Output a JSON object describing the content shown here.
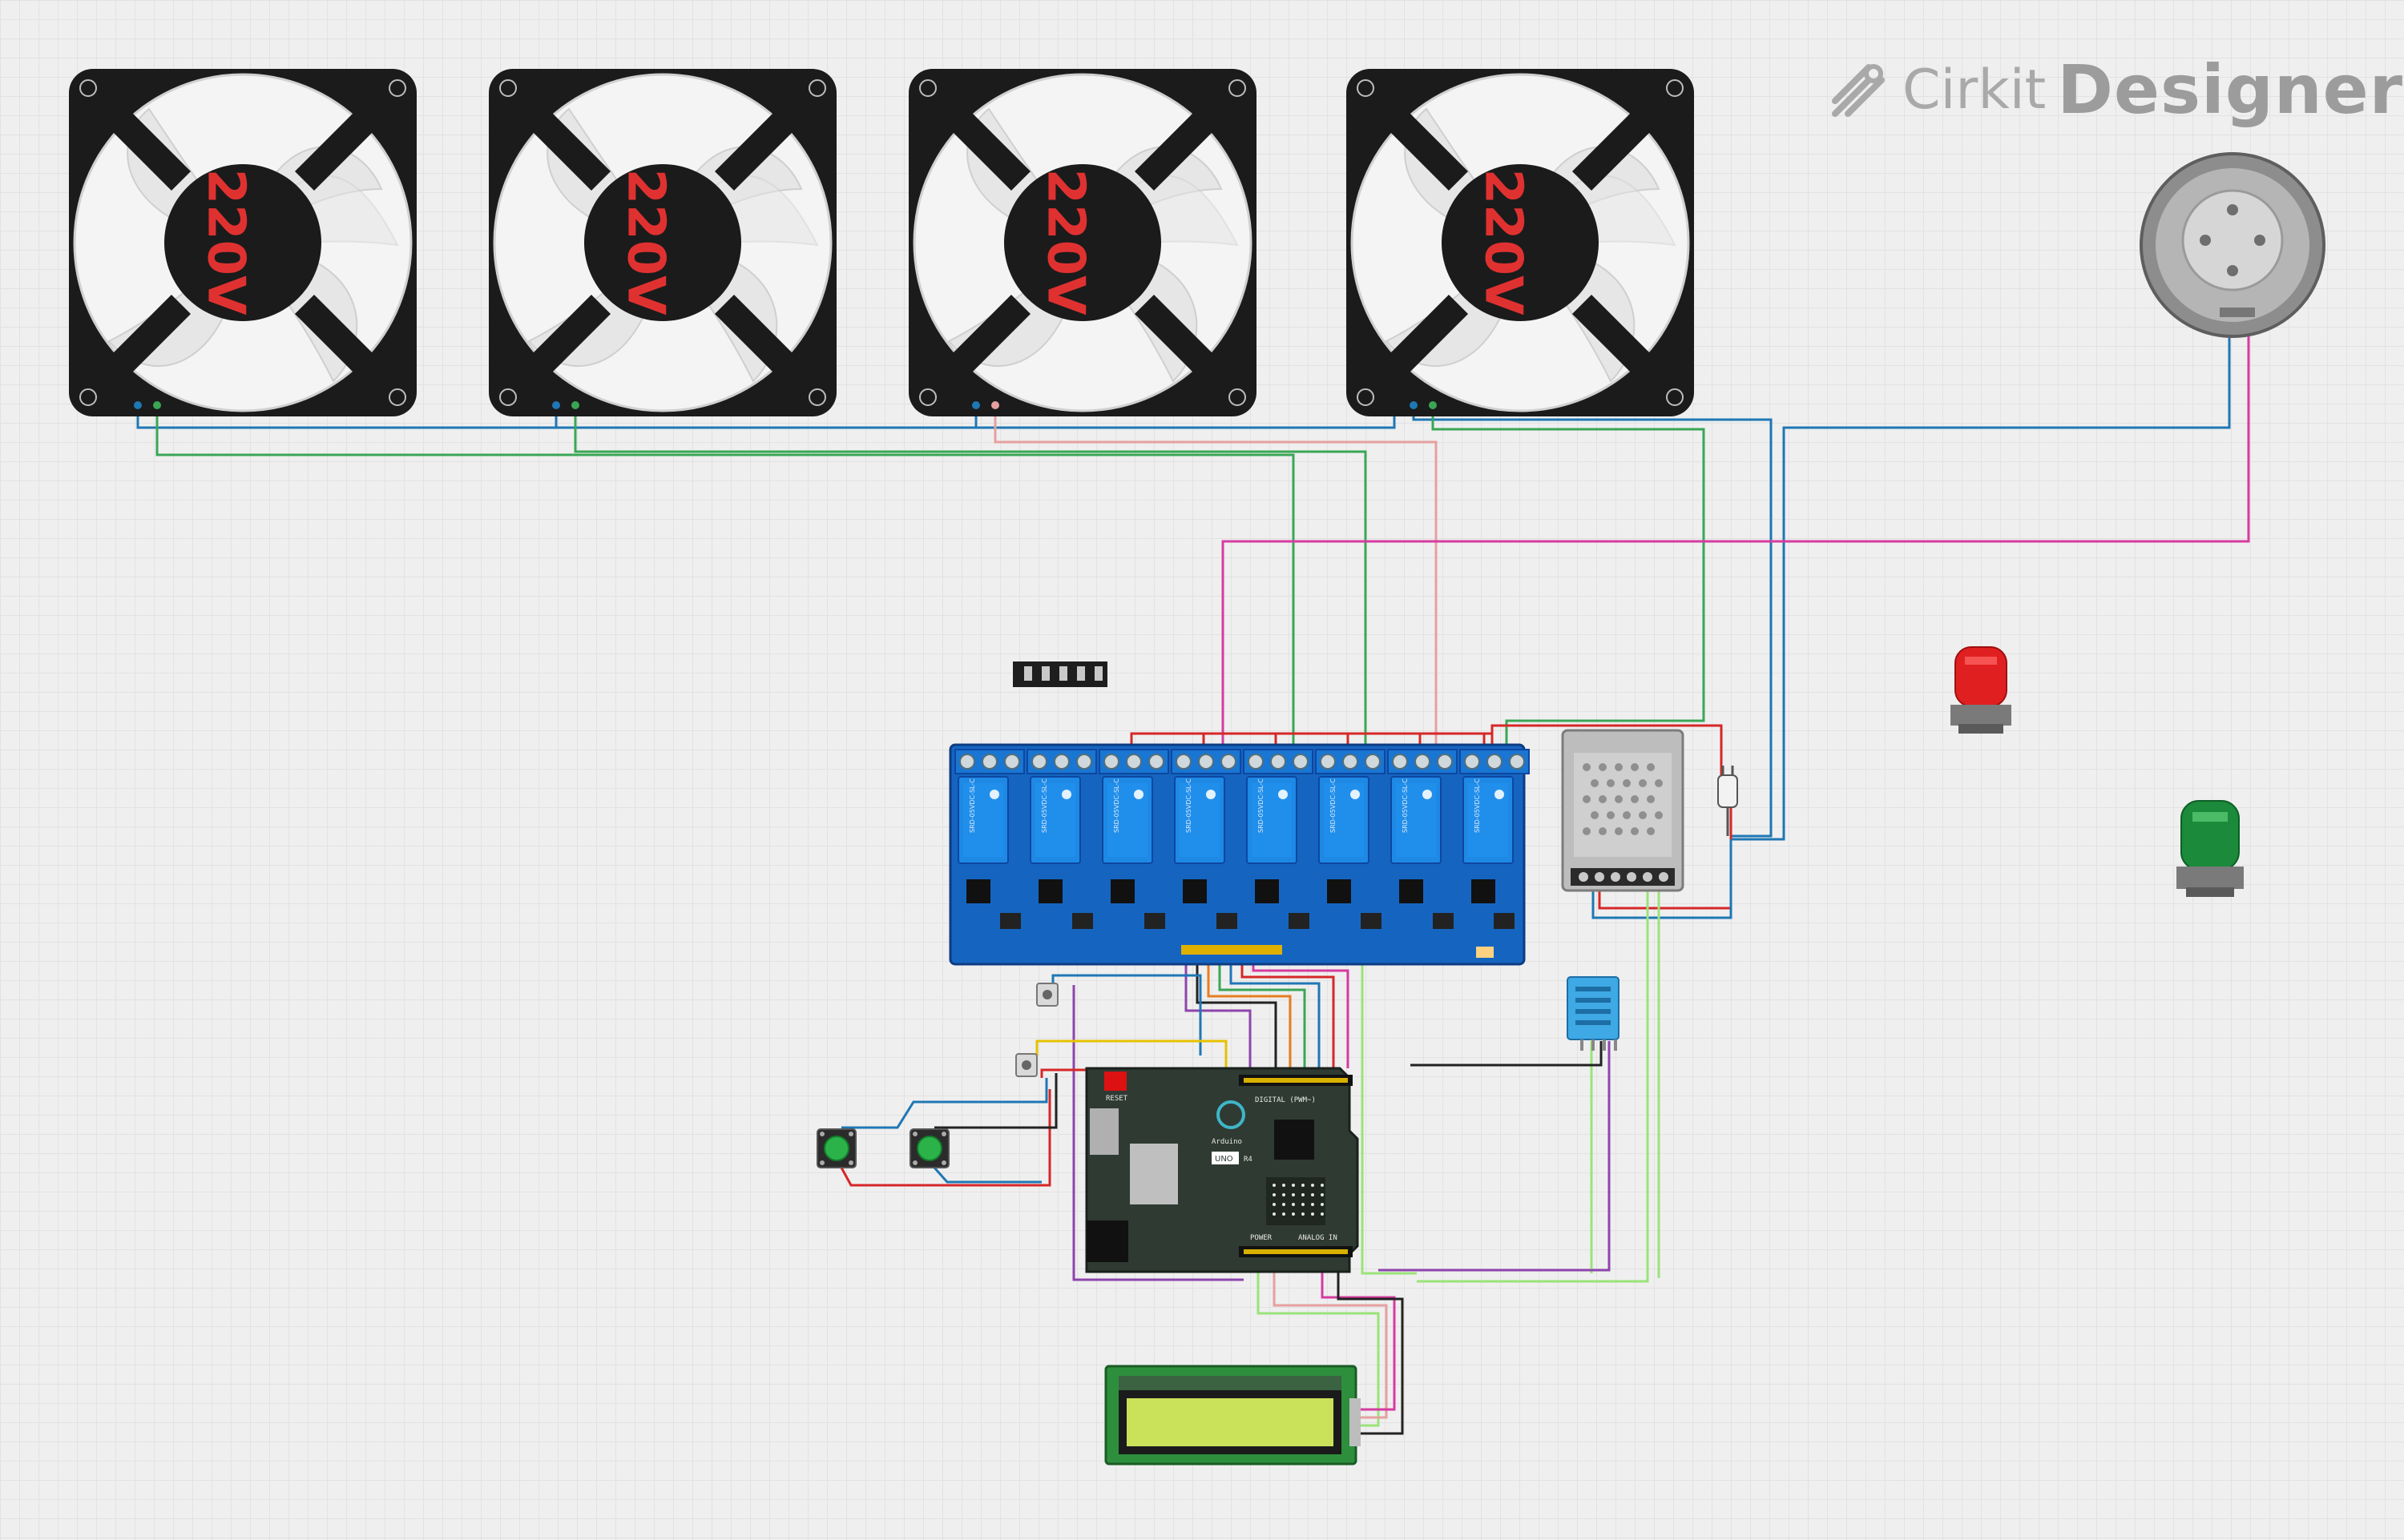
{
  "brand": {
    "name": "Cirkit",
    "product": "Designer",
    "logo_icon": "cirkit-logo-icon"
  },
  "fans": [
    {
      "label": "220V"
    },
    {
      "label": "220V"
    },
    {
      "label": "220V"
    },
    {
      "label": "220V"
    }
  ],
  "arduino": {
    "name": "Arduino",
    "model": "UNO",
    "variant": "R4",
    "reset_label": "RESET",
    "digital_label": "DIGITAL (PWM~)",
    "analog_label": "ANALOG IN",
    "power_label": "POWER"
  },
  "relay_module": {
    "channels": 8
  },
  "colors": {
    "wire_blue": "#1f77b4",
    "wire_green": "#3aa655",
    "wire_magenta": "#d63ba0",
    "wire_red": "#d62728",
    "wire_pink": "#e6a0a0",
    "wire_purple": "#8e44ad",
    "wire_black": "#222222",
    "wire_lime": "#9be37a",
    "board_blue": "#1565c0",
    "arduino_board": "#2f3a33",
    "lcd_screen": "#c9e25a",
    "beacon_red": "#e02020",
    "beacon_green": "#1b8a3a"
  }
}
